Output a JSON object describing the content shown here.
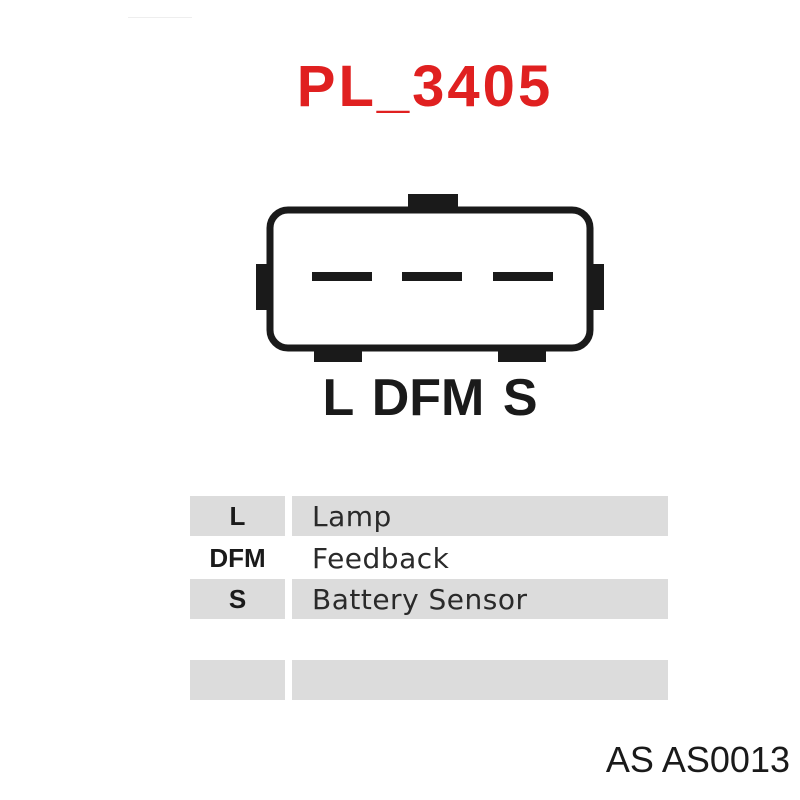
{
  "title": "PL_3405",
  "colors": {
    "title": "#e02020",
    "connector": "#1a1a1a",
    "row_shading": "#dcdcdc"
  },
  "connector": {
    "pin_labels": [
      "L",
      "DFM",
      "S"
    ],
    "pin_label_line": "L DFM S"
  },
  "legend": {
    "rows": [
      {
        "pin": "L",
        "description": "Lamp",
        "shaded": true
      },
      {
        "pin": "DFM",
        "description": "Feedback",
        "shaded": false
      },
      {
        "pin": "S",
        "description": "Battery Sensor",
        "shaded": true
      },
      {
        "pin": "",
        "description": "",
        "shaded": false
      },
      {
        "pin": "",
        "description": "",
        "shaded": true
      }
    ]
  },
  "part_number": "AS AS0013"
}
